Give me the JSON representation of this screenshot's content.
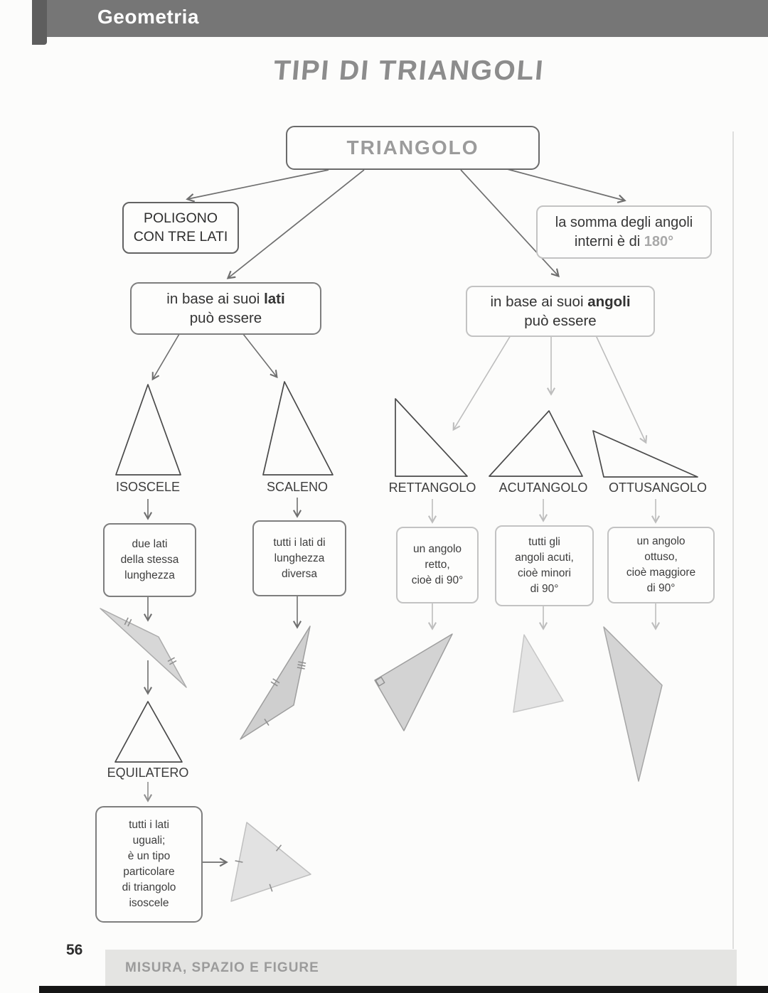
{
  "header": {
    "section": "Geometria"
  },
  "title": "TIPI DI TRIANGOLI",
  "root_label": "TRIANGOLO",
  "polygon_box": "POLIGONO\nCON TRE LATI",
  "sum_box": {
    "line1": "la somma degli angoli",
    "line2_prefix": "interni è di ",
    "value": "180°"
  },
  "by_sides": {
    "prefix": "in base ai suoi ",
    "bold": "lati",
    "line2": "può essere"
  },
  "by_angles": {
    "prefix": "in base ai suoi ",
    "bold": "angoli",
    "line2": "può essere"
  },
  "types": [
    {
      "name": "ISOSCELE",
      "description": "due lati\ndella stessa\nlunghezza"
    },
    {
      "name": "SCALENO",
      "description": "tutti i lati di\nlunghezza\ndiversa"
    },
    {
      "name": "RETTANGOLO",
      "description": "un angolo\nretto,\ncioè di 90°"
    },
    {
      "name": "ACUTANGOLO",
      "description": "tutti gli\nangoli acuti,\ncioè minori\ndi 90°"
    },
    {
      "name": "OTTUSANGOLO",
      "description": "un angolo\nottuso,\ncioè maggiore\ndi 90°"
    }
  ],
  "equilateral": {
    "name": "EQUILATERO",
    "description": "tutti i lati\nuguali;\nè un tipo\nparticolare\ndi triangolo\nisoscele"
  },
  "footer": {
    "page_number": "56",
    "strip": "MISURA, SPAZIO E FIGURE"
  },
  "colors": {
    "header_gray": "#767676",
    "value_gray": "#a8a8a8",
    "arrow_dark": "#6f6f6f",
    "arrow_light": "#bdbdbd"
  }
}
